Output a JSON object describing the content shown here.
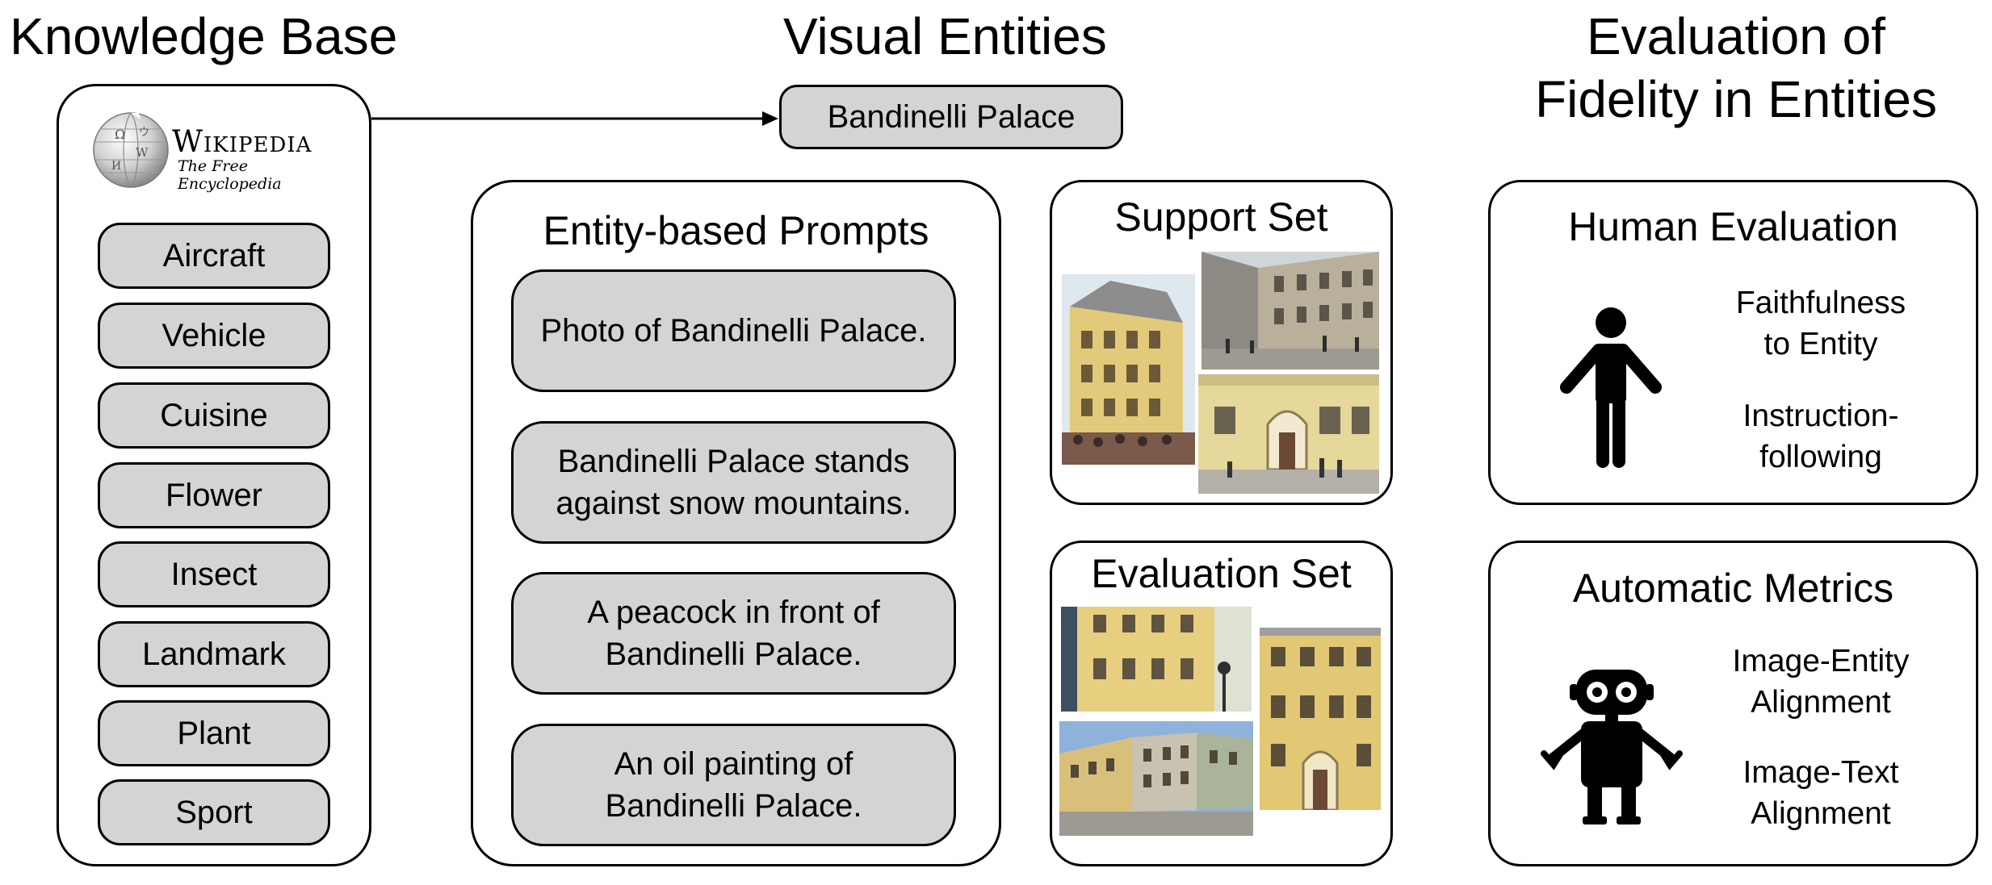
{
  "headings": {
    "knowledge_base": "Knowledge Base",
    "visual_entities": "Visual Entities",
    "evaluation_line1": "Evaluation of",
    "evaluation_line2": "Fidelity in Entities"
  },
  "wikipedia": {
    "name": "Wikipedia",
    "tagline": "The Free Encyclopedia"
  },
  "categories": [
    "Aircraft",
    "Vehicle",
    "Cuisine",
    "Flower",
    "Insect",
    "Landmark",
    "Plant",
    "Sport"
  ],
  "entity": "Bandinelli Palace",
  "prompts": {
    "title": "Entity-based Prompts",
    "items": [
      "Photo of Bandinelli Palace.",
      "Bandinelli Palace stands\nagainst snow mountains.",
      "A peacock in front of\nBandinelli Palace.",
      "An oil painting of\nBandinelli Palace."
    ]
  },
  "support_set": {
    "title": "Support Set"
  },
  "evaluation_set": {
    "title": "Evaluation Set"
  },
  "human_evaluation": {
    "title": "Human Evaluation",
    "icon": "person-icon",
    "criteria": [
      "Faithfulness\nto Entity",
      "Instruction-\nfollowing"
    ]
  },
  "automatic_metrics": {
    "title": "Automatic Metrics",
    "icon": "robot-icon",
    "criteria": [
      "Image-Entity\nAlignment",
      "Image-Text\nAlignment"
    ]
  },
  "colors": {
    "pill_fill": "#d4d4d4",
    "stroke": "#000000",
    "facade": "#e3c97a"
  }
}
